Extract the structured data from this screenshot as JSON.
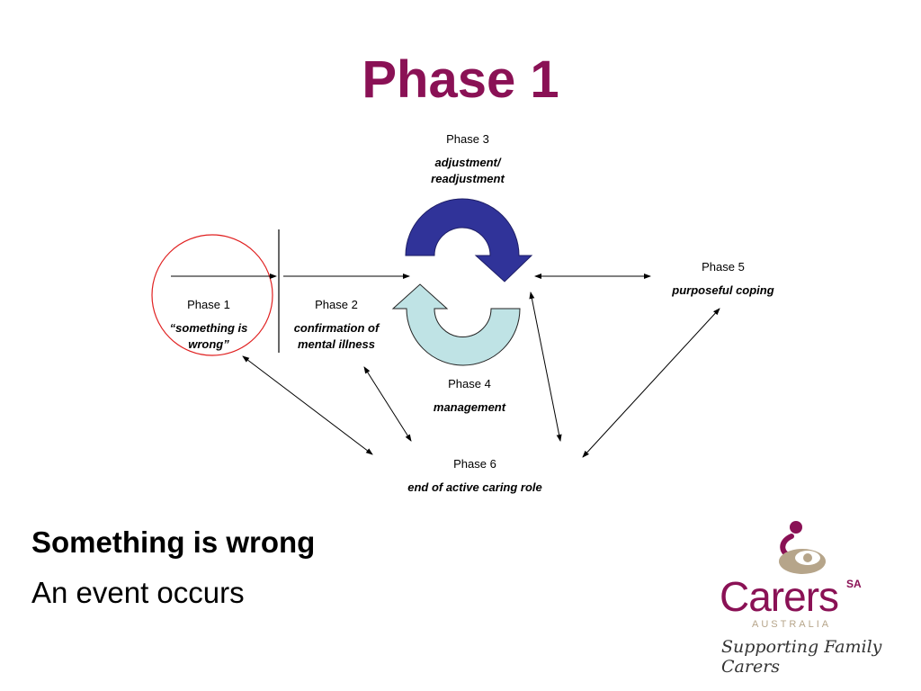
{
  "title": "Phase 1",
  "phases": {
    "p1": {
      "name": "Phase 1",
      "desc": "“something is wrong”"
    },
    "p2": {
      "name": "Phase 2",
      "desc": "confirmation of mental illness"
    },
    "p3": {
      "name": "Phase 3",
      "desc": "adjustment/ readjustment"
    },
    "p4": {
      "name": "Phase 4",
      "desc": "management"
    },
    "p5": {
      "name": "Phase 5",
      "desc": "purposeful coping"
    },
    "p6": {
      "name": "Phase 6",
      "desc": "end of active caring role"
    }
  },
  "heading": "Something is wrong",
  "subheading": "An event occurs",
  "logo": {
    "name": "Carers",
    "region": "SA",
    "country": "AUSTRALIA",
    "tagline": "Supporting Family Carers"
  },
  "colors": {
    "title": "#8a1155",
    "upper_arrow": "#303399",
    "lower_arrow": "#bfe3e5",
    "circle": "#e02020",
    "logo_gold": "#b6a58a"
  }
}
